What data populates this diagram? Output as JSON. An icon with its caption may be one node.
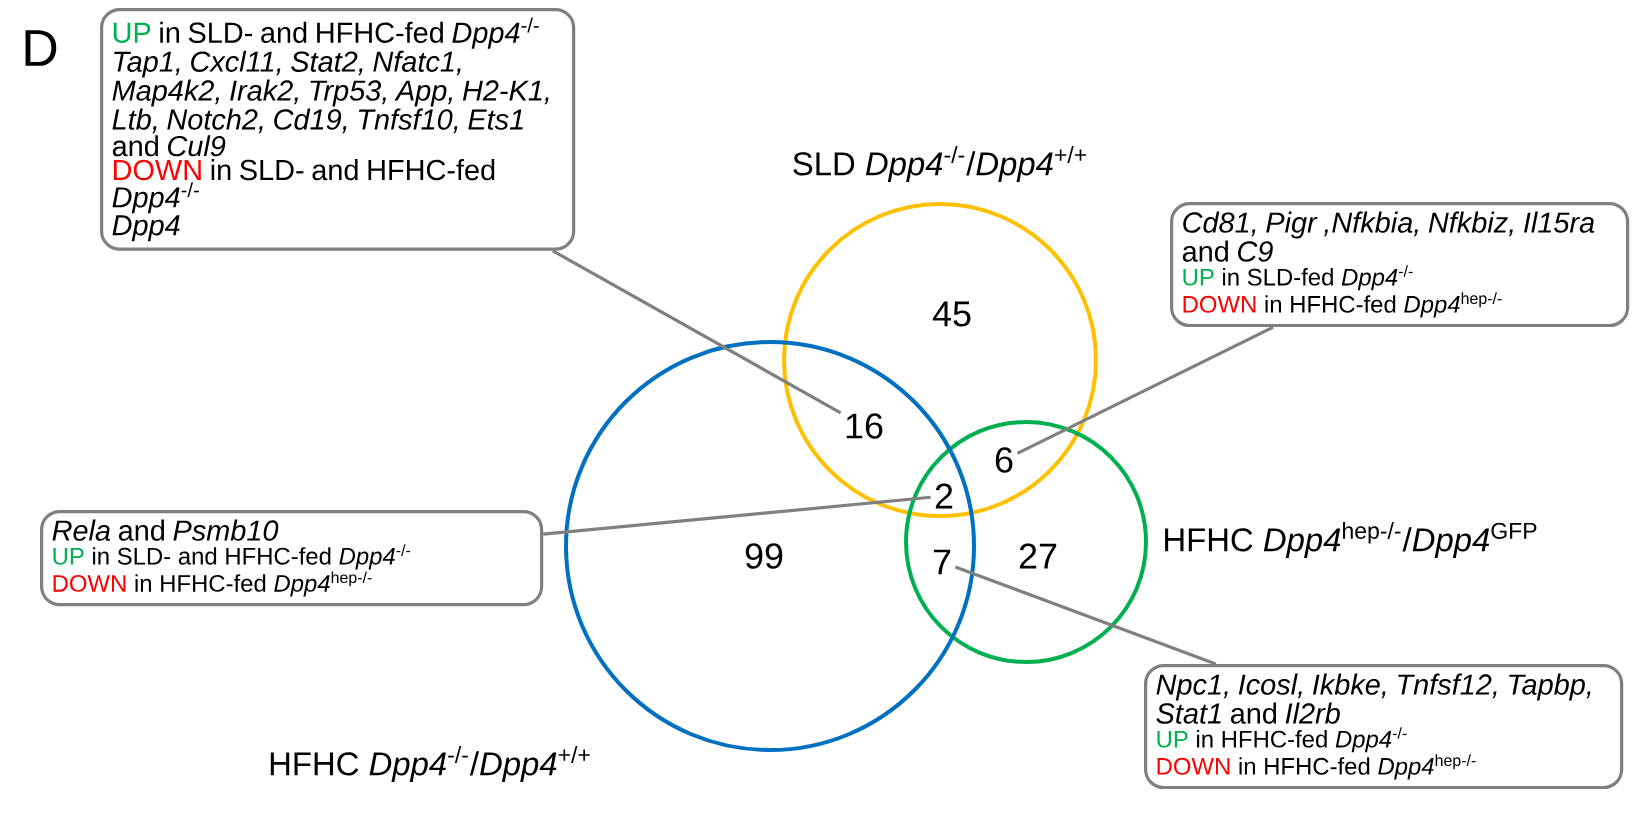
{
  "diagram": {
    "nodes": [
      {
        "text": [
          "UP",
          "in SLD- and HFHC-fed *Dpp4*$^{-/-}$",
          "*Tap1, Cxcl11, Stat2, Nfatc1, Map4k2, Irak2, Trp53, App, H2-K1, Ltb, Notch2, Cd19, Tnfsf10, Ets1* and *Cul9*",
          "DOWN",
          "in SLD- and HFHC-fed *Dpp4*$^{-/-}$",
          "*Dpp4*"
        ]
      },
      {
        "text": [
          "SLD *Dpp4*$^{-/-}$/*Dpp4*$^{+/+}$"
        ]
      },
      {
        "text": [
          "*Cd81, Pigr ,Nfkbia, Nfkbiz, Il15ra* and *C9*",
          "UP",
          "in SLD-fed *Dpp4*$^{-/-}$",
          "DOWN",
          "in HFHC-fed *Dpp4*$^{hep-/-}$"
        ]
      },
      {
        "text": [
          "16"
        ]
      },
      {
        "text": [
          "6"
        ]
      },
      {
        "text": [
          "2"
        ]
      },
      {
        "text": [
          "HFHC *Dpp4*$^{hep-/-}$/*Dpp4*$^{GFP}$"
        ]
      },
      {
        "text": [
          "*Rela* and *Psmb10*",
          "UP",
          "in SLD- and HFHC-fed *Dpp4*$^{-/-}$",
          "DOWN",
          "in HFHC-fed *Dpp4*$^{hep-/-}$"
        ]
      },
      {
        "text": [
          "7"
        ]
      },
      {
        "text": [
          "HFHC *Dpp4*$^{-/-}$/*Dpp4*$^{+/+}$"
        ]
      },
      {
        "text": [
          "*Npc1, Icosl, Ikbke, Tnfsf12, Tapbp, Stat1* and *Il2rb*",
          "UP",
          "in HFHC-fed *Dpp4*$^{-/-}$",
          "DOWN",
          "in HFHC-fed *Dpp4*$^{hep-/-}$"
        ]
      }
    ],
    "edges": [
      {
        "from": 0,
        "to": 3,
        "arrow": "none"
      },
      {
        "from": 2,
        "to": 4,
        "arrow": "none"
      },
      {
        "from": 7,
        "to": 5,
        "arrow": "none"
      },
      {
        "from": 10,
        "to": 8,
        "arrow": "none"
      }
    ],
    "labels": [
      "D",
      "45",
      "99",
      "27"
    ]
  }
}
